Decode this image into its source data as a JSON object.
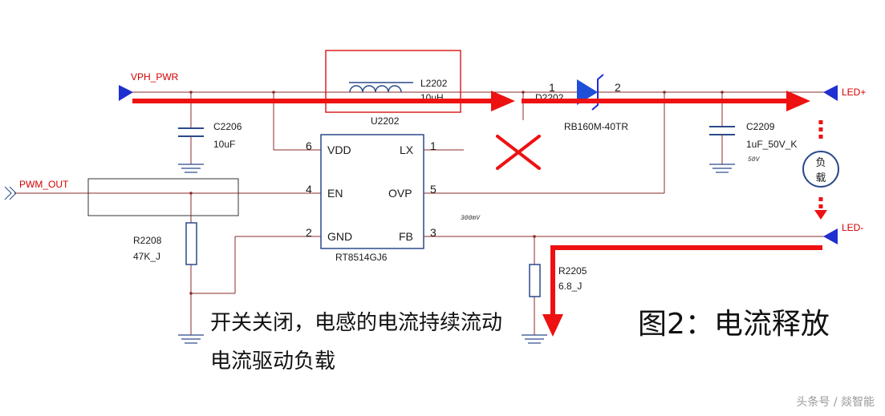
{
  "colors": {
    "wire": "#8b2b2b",
    "blue": "#1f2fd0",
    "component": "#2a4a8a",
    "arrow": "#ee1111",
    "text": "#1a1a1a"
  },
  "nets": {
    "vph_pwr": "VPH_PWR",
    "led_plus": "LED+",
    "led_minus": "LED-",
    "pwm_out": "PWM_OUT"
  },
  "components": {
    "l2202": {
      "ref": "L2202",
      "value": "10uH"
    },
    "u2202": {
      "ref": "U2202",
      "part": "RT8514GJ6"
    },
    "d2202": {
      "ref": "D2202",
      "part": "RB160M-40TR",
      "pin1": "1",
      "pin2": "2"
    },
    "c2206": {
      "ref": "C2206",
      "value": "10uF"
    },
    "c2209": {
      "ref": "C2209",
      "value": "1uF_50V_K",
      "rating": "50V"
    },
    "r2208": {
      "ref": "R2208",
      "value": "47K_J"
    },
    "r2205": {
      "ref": "R2205",
      "value": "6.8_J"
    }
  },
  "ic_pins": {
    "vdd": {
      "name": "VDD",
      "num": "6"
    },
    "lx": {
      "name": "LX",
      "num": "1"
    },
    "en": {
      "name": "EN",
      "num": "4"
    },
    "ovp": {
      "name": "OVP",
      "num": "5"
    },
    "gnd": {
      "name": "GND",
      "num": "2"
    },
    "fb": {
      "name": "FB",
      "num": "3"
    }
  },
  "annotations": {
    "fb_voltage": "300mV",
    "load_label_line1": "负",
    "load_label_line2": "载",
    "description_line1": "开关关闭，电感的电流持续流动",
    "description_line2": "电流驱动负载",
    "figure_title": "图2：电流释放"
  },
  "watermark": "头条号 / 燚智能"
}
